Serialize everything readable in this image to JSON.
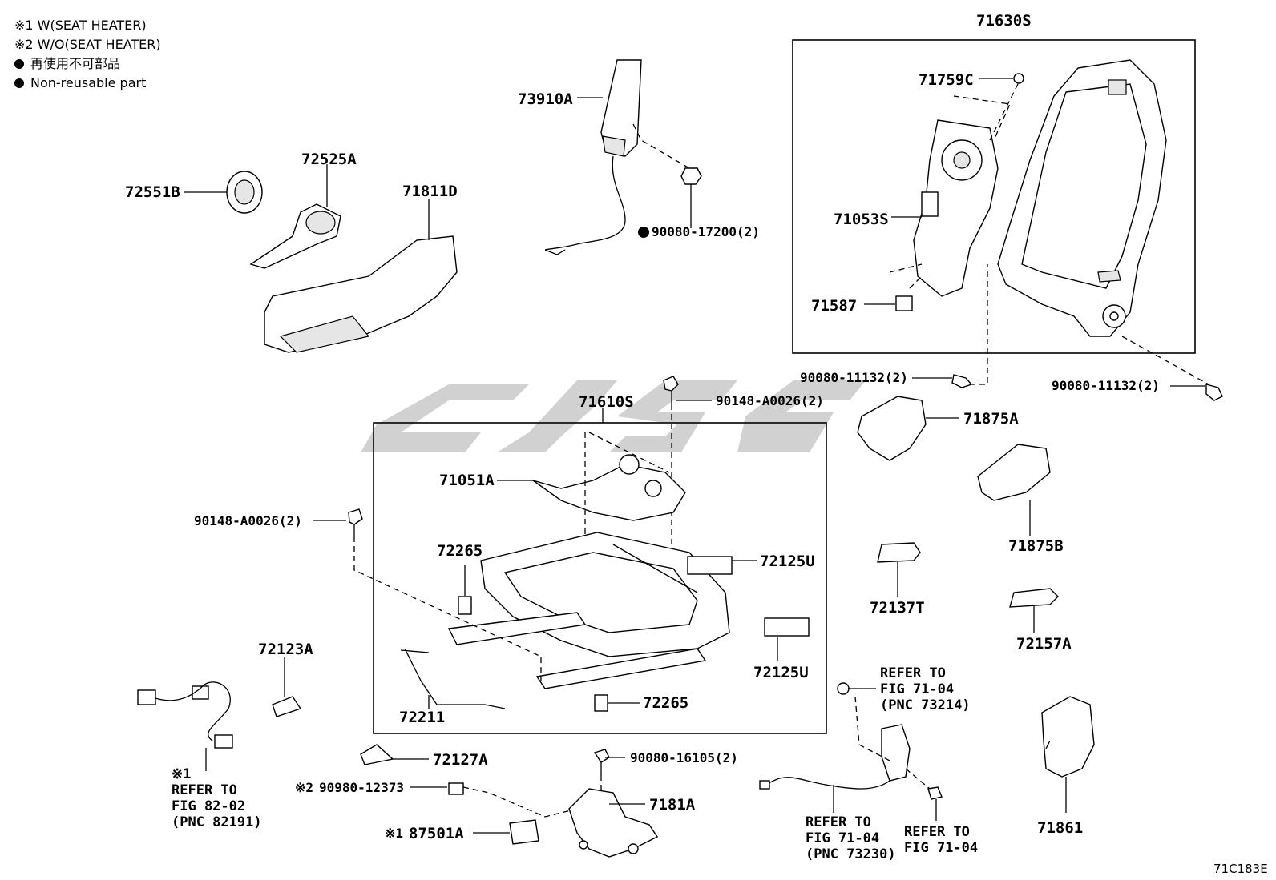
{
  "legend": {
    "note1": "※1 W(SEAT HEATER)",
    "note2": "※2 W/O(SEAT HEATER)",
    "nonreusable_jp": "再使用不可部品",
    "nonreusable_en": "Non-reusable part"
  },
  "diagram_code": "71C183E",
  "parts": {
    "p71630S": "71630S",
    "p71759C": "71759C",
    "p71053S": "71053S",
    "p71587": "71587",
    "p73910A": "73910A",
    "p90080_17200": "90080-17200(2)",
    "p72525A": "72525A",
    "p72551B": "72551B",
    "p71811D": "71811D",
    "p90080_11132_left": "90080-11132(2)",
    "p90080_11132_right": "90080-11132(2)",
    "p71610S": "71610S",
    "p90148_top": "90148-A0026(2)",
    "p71875A": "71875A",
    "p71875B": "71875B",
    "p71051A": "71051A",
    "p90148_left": "90148-A0026(2)",
    "p72265_top": "72265",
    "p72125U_top": "72125U",
    "p72125U_bottom": "72125U",
    "p72137T": "72137T",
    "p72157A": "72157A",
    "p72123A": "72123A",
    "p72211": "72211",
    "p72265_bottom": "72265",
    "p72127A": "72127A",
    "p90080_16105": "90080-16105(2)",
    "p90980_12373": "90980-12373",
    "p90980_prefix": "※2",
    "p7181A": "7181A",
    "p87501A": "87501A",
    "p87501A_prefix": "※1",
    "p71861": "71861"
  },
  "refs": {
    "harness": {
      "prefix": "※1",
      "l1": "REFER TO",
      "l2": "FIG 82-02",
      "l3": "(PNC 82191)"
    },
    "ref73214": {
      "l1": "REFER TO",
      "l2": "FIG 71-04",
      "l3": "(PNC 73214)"
    },
    "ref73230": {
      "l1": "REFER TO",
      "l2": "FIG 71-04",
      "l3": "(PNC 73230)"
    },
    "ref7104": {
      "l1": "REFER TO",
      "l2": "FIG 71-04"
    }
  }
}
